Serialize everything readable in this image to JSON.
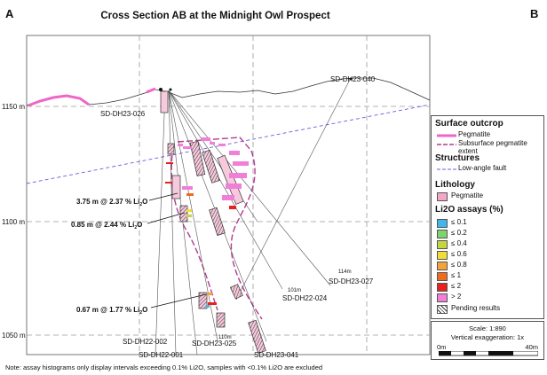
{
  "labels": {
    "panel_a": "A",
    "panel_b": "B"
  },
  "title": "Cross Section AB at the Midnight Owl Prospect",
  "elevation_ticks": [
    "1150 m",
    "1100 m",
    "1050 m"
  ],
  "drillholes": [
    "SD-DH23-040",
    "SD-DH23-026",
    "SD-DH23-027",
    "SD-DH22-024",
    "SD-DH22-002",
    "SD-DH22-001",
    "SD-DH23-025",
    "SD-DH23-041"
  ],
  "hole_depths": [
    "114m",
    "101m",
    "110m"
  ],
  "intercepts": [
    {
      "length": "3.75 m @ 2.37 % Li",
      "sub": "2",
      "tail": "O"
    },
    {
      "length": "0.85 m @ 2.44 % Li",
      "sub": "2",
      "tail": "O"
    },
    {
      "length": "0.67 m @ 1.77 % Li",
      "sub": "2",
      "tail": "O"
    }
  ],
  "legend": {
    "surface_title": "Surface outcrop",
    "pegmatite": "Pegmatite",
    "subsurface": "Subsurface pegmatite extent",
    "structures_title": "Structures",
    "fault": "Low-angle fault",
    "lithology_title": "Lithology",
    "lith_pegmatite": "Pegmatite",
    "assays_title": "Li2O assays (%)",
    "assay_bins": [
      "≤ 0.1",
      "≤ 0.2",
      "≤ 0.4",
      "≤ 0.6",
      "≤ 0.8",
      "≤ 1",
      "≤ 2",
      "> 2"
    ],
    "assay_colors": [
      "#3fb7e8",
      "#7ed36a",
      "#c3d640",
      "#f2dc3a",
      "#f4a23a",
      "#ef6b1f",
      "#e8211e",
      "#f07fd8"
    ],
    "pending": "Pending results"
  },
  "scale": {
    "scale_text": "Scale: 1:890",
    "vert_exag": "Vertical exaggeration: 1x",
    "start": "0m",
    "end": "40m"
  },
  "note": "Note: assay histograms only display intervals exceeding 0.1% Li2O, samples with <0.1% Li2O are excluded",
  "colors": {
    "pegmatite": "#f4a6c8",
    "outcrop": "#ee66c8",
    "subsurface": "#b23a8f",
    "fault": "#6a5de0"
  }
}
